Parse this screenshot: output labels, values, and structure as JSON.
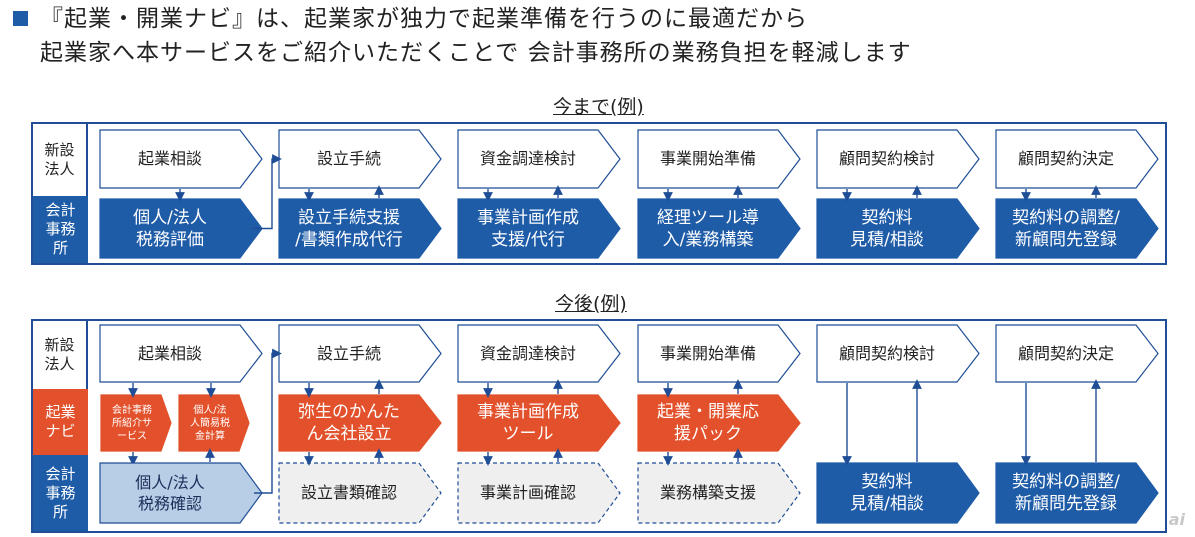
{
  "header": {
    "line1": "『起業・開業ナビ』は、起業家が独力で起業準備を行うのに最適だから",
    "line2": "起業家へ本サービスをご紹介いただくことで 会計事務所の業務負担を軽減します"
  },
  "before": {
    "title": "今まで(例)",
    "row_labels": {
      "company": "新設\n法人",
      "office": "会計\n事務\n所"
    },
    "steps": [
      "起業相談",
      "設立手続",
      "資金調達検討",
      "事業開始準備",
      "顧問契約検討",
      "顧問契約決定"
    ],
    "office_tasks": [
      "個人/法人\n税務評価",
      "設立手続支援\n/書類作成代行",
      "事業計画作成\n支援/代行",
      "経理ツール導\n入/業務構築",
      "契約料\n見積/相談",
      "契約料の調整/\n新顧問先登録"
    ]
  },
  "after": {
    "title": "今後(例)",
    "row_labels": {
      "company": "新設\n法人",
      "navi": "起業\nナビ",
      "office": "会計\n事務\n所"
    },
    "steps": [
      "起業相談",
      "設立手続",
      "資金調達検討",
      "事業開始準備",
      "顧問契約検討",
      "顧問契約決定"
    ],
    "navi_small": [
      "会計事務\n所紹介サ\nービス",
      "個人/法\n人簡易税\n金計算"
    ],
    "navi_tasks": [
      "弥生のかんた\nん会社設立",
      "事業計画作成\nツール",
      "起業・開業応\n援パック"
    ],
    "office_first": "個人/法人\n税務確認",
    "office_dashed": [
      "設立書類確認",
      "事業計画確認",
      "業務構築支援"
    ],
    "office_final": [
      "契約料\n見積/相談",
      "契約料の調整/\n新顧問先登録"
    ]
  },
  "watermark": "ai",
  "colors": {
    "navy": "#1f4e96",
    "blue": "#1f5ca8",
    "orange": "#e2512b",
    "light_blue": "#b8cde6",
    "light_gray": "#efefef"
  }
}
